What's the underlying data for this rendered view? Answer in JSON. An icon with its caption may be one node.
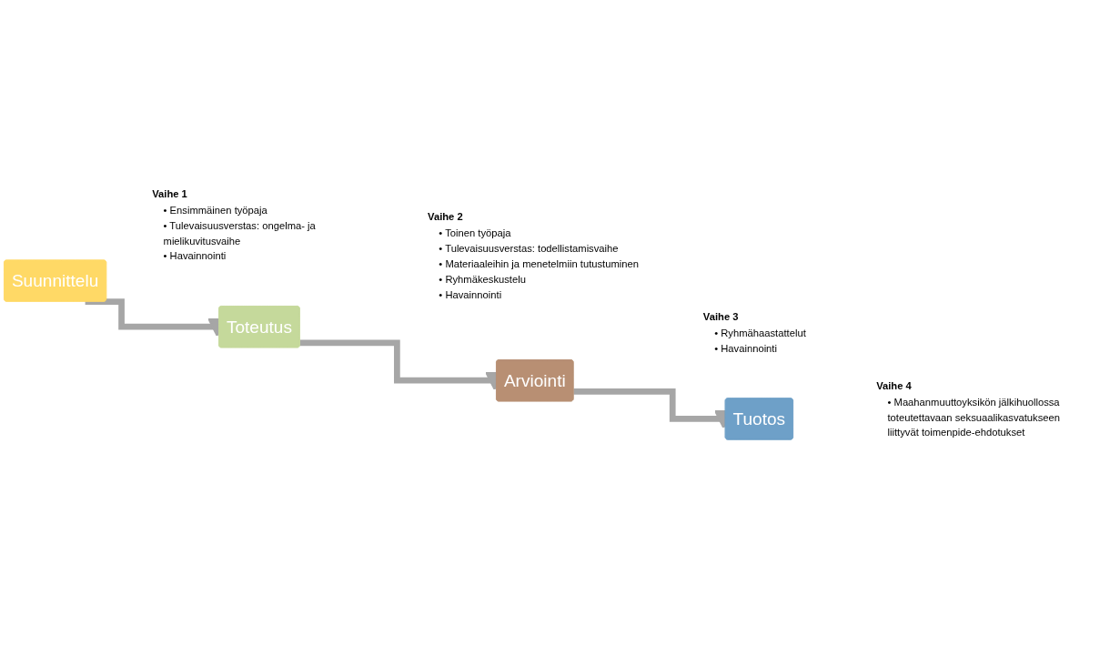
{
  "diagram": {
    "nodes": [
      {
        "text": [
          "Suunnittelu"
        ],
        "beside": [
          "Vaihe 1",
          "• Ensimmäinen työpaja",
          "• Tulevaisuusverstas: ongelma- ja mielikuvitusvaihe",
          "• Havainnointi"
        ]
      },
      {
        "text": [
          "Toteutus"
        ],
        "beside": [
          "Vaihe 2",
          "• Toinen työpaja",
          "• Tulevaisuusverstas: todellistamisvaihe",
          "• Materiaaleihin ja menetelmiin tutustuminen",
          "• Ryhmäkeskustelu",
          "• Havainnointi"
        ]
      },
      {
        "text": [
          "Arviointi"
        ],
        "beside": [
          "Vaihe 3",
          "• Ryhmähaastattelut",
          "• Havainnointi"
        ]
      },
      {
        "text": [
          "Tuotos"
        ],
        "beside": [
          "Vaihe 4",
          "• Maahanmuuttoyksikön jälkihuollossa toteutettavaan seksuaalikasvatukseen liittyvät toimenpide-ehdotukset"
        ]
      }
    ],
    "edges": [
      {
        "from": 0,
        "to": 1,
        "arrow": "to"
      },
      {
        "from": 1,
        "to": 2,
        "arrow": "to"
      },
      {
        "from": 2,
        "to": 3,
        "arrow": "to"
      }
    ]
  }
}
